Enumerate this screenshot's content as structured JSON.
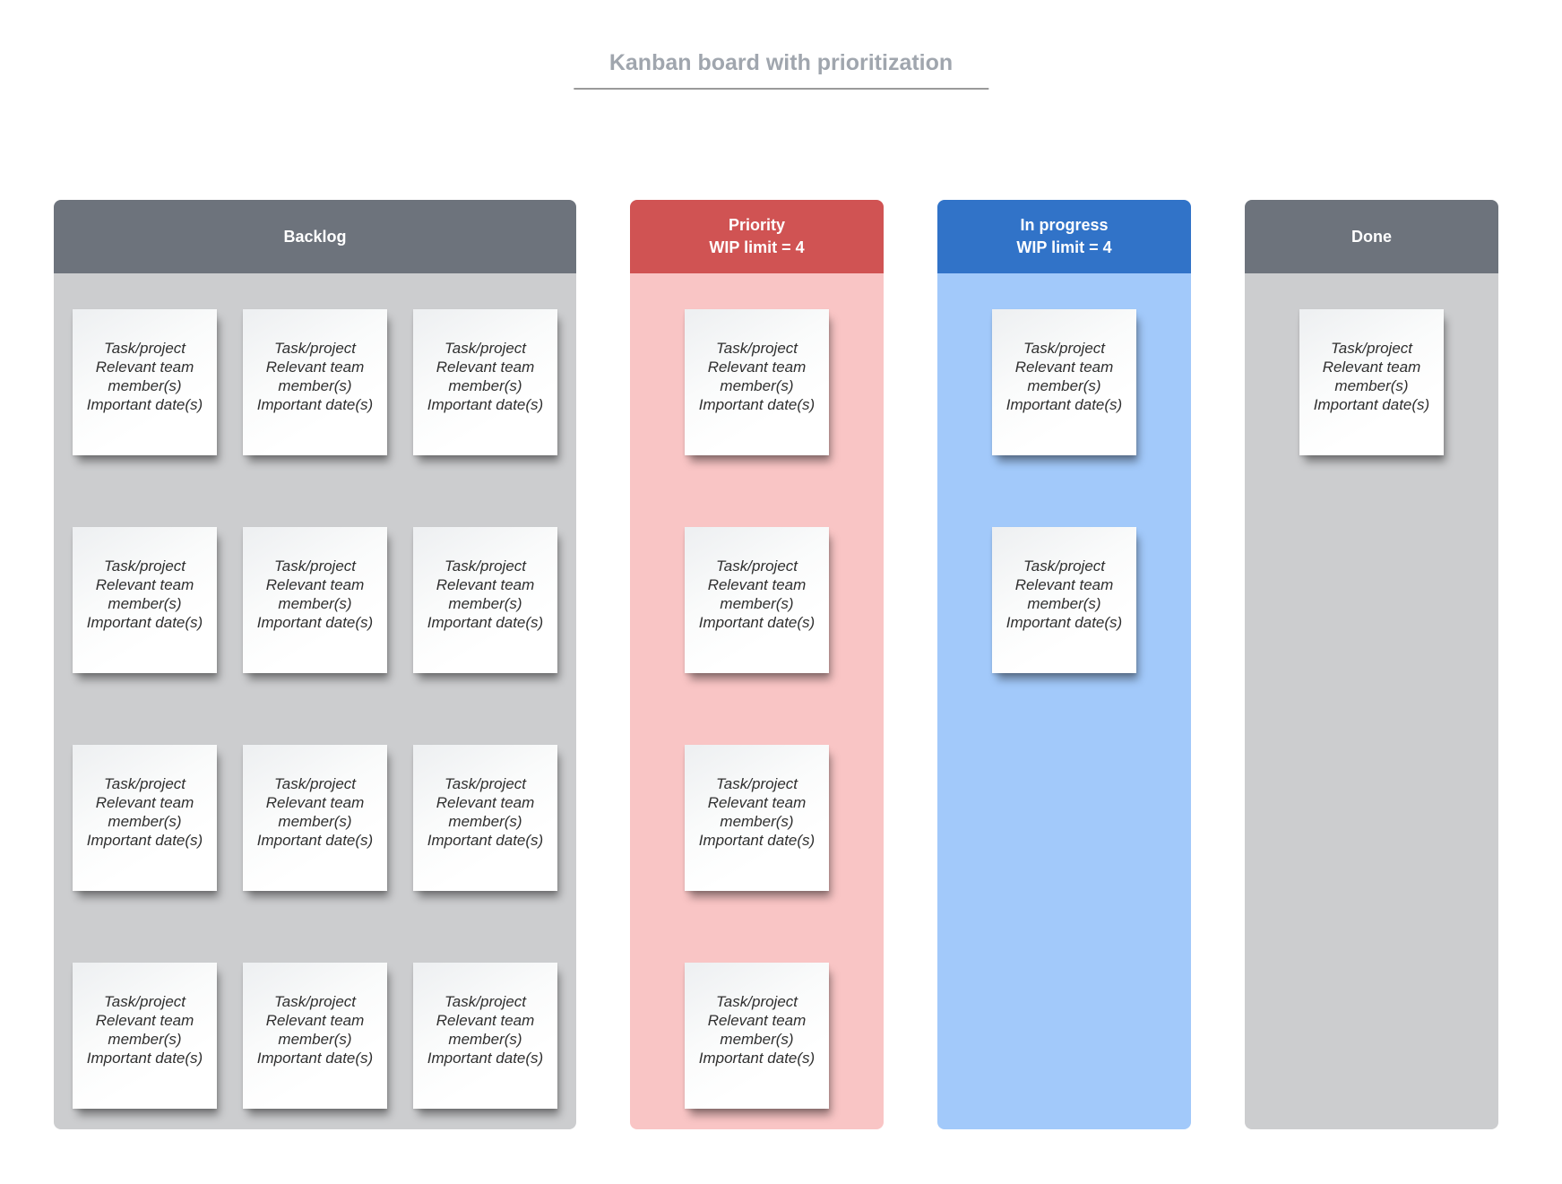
{
  "title": "Kanban board with prioritization",
  "styles": {
    "title_color": "#a0a6ae",
    "title_underline_color": "#9a9a9a",
    "card_text_color": "#2f2f2f",
    "header_text_color": "#ffffff"
  },
  "card_template": {
    "lines": [
      "Task/project",
      "Relevant team member(s)",
      "Important date(s)"
    ]
  },
  "board": {
    "columns": [
      {
        "id": "backlog",
        "header_lines": [
          "Backlog"
        ],
        "header_bg": "#6d737c",
        "body_bg": "#cccdcf",
        "layout": "grid-3",
        "card_count": 12
      },
      {
        "id": "priority",
        "header_lines": [
          "Priority",
          "WIP limit = 4"
        ],
        "header_bg": "#d05353",
        "body_bg": "#f9c5c5",
        "layout": "stack",
        "card_count": 4
      },
      {
        "id": "in-progress",
        "header_lines": [
          "In progress",
          "WIP limit = 4"
        ],
        "header_bg": "#3173c8",
        "body_bg": "#a2c9fa",
        "layout": "stack",
        "card_count": 2
      },
      {
        "id": "done",
        "header_lines": [
          "Done"
        ],
        "header_bg": "#6d737c",
        "body_bg": "#cccdcf",
        "layout": "stack",
        "card_count": 1
      }
    ]
  }
}
